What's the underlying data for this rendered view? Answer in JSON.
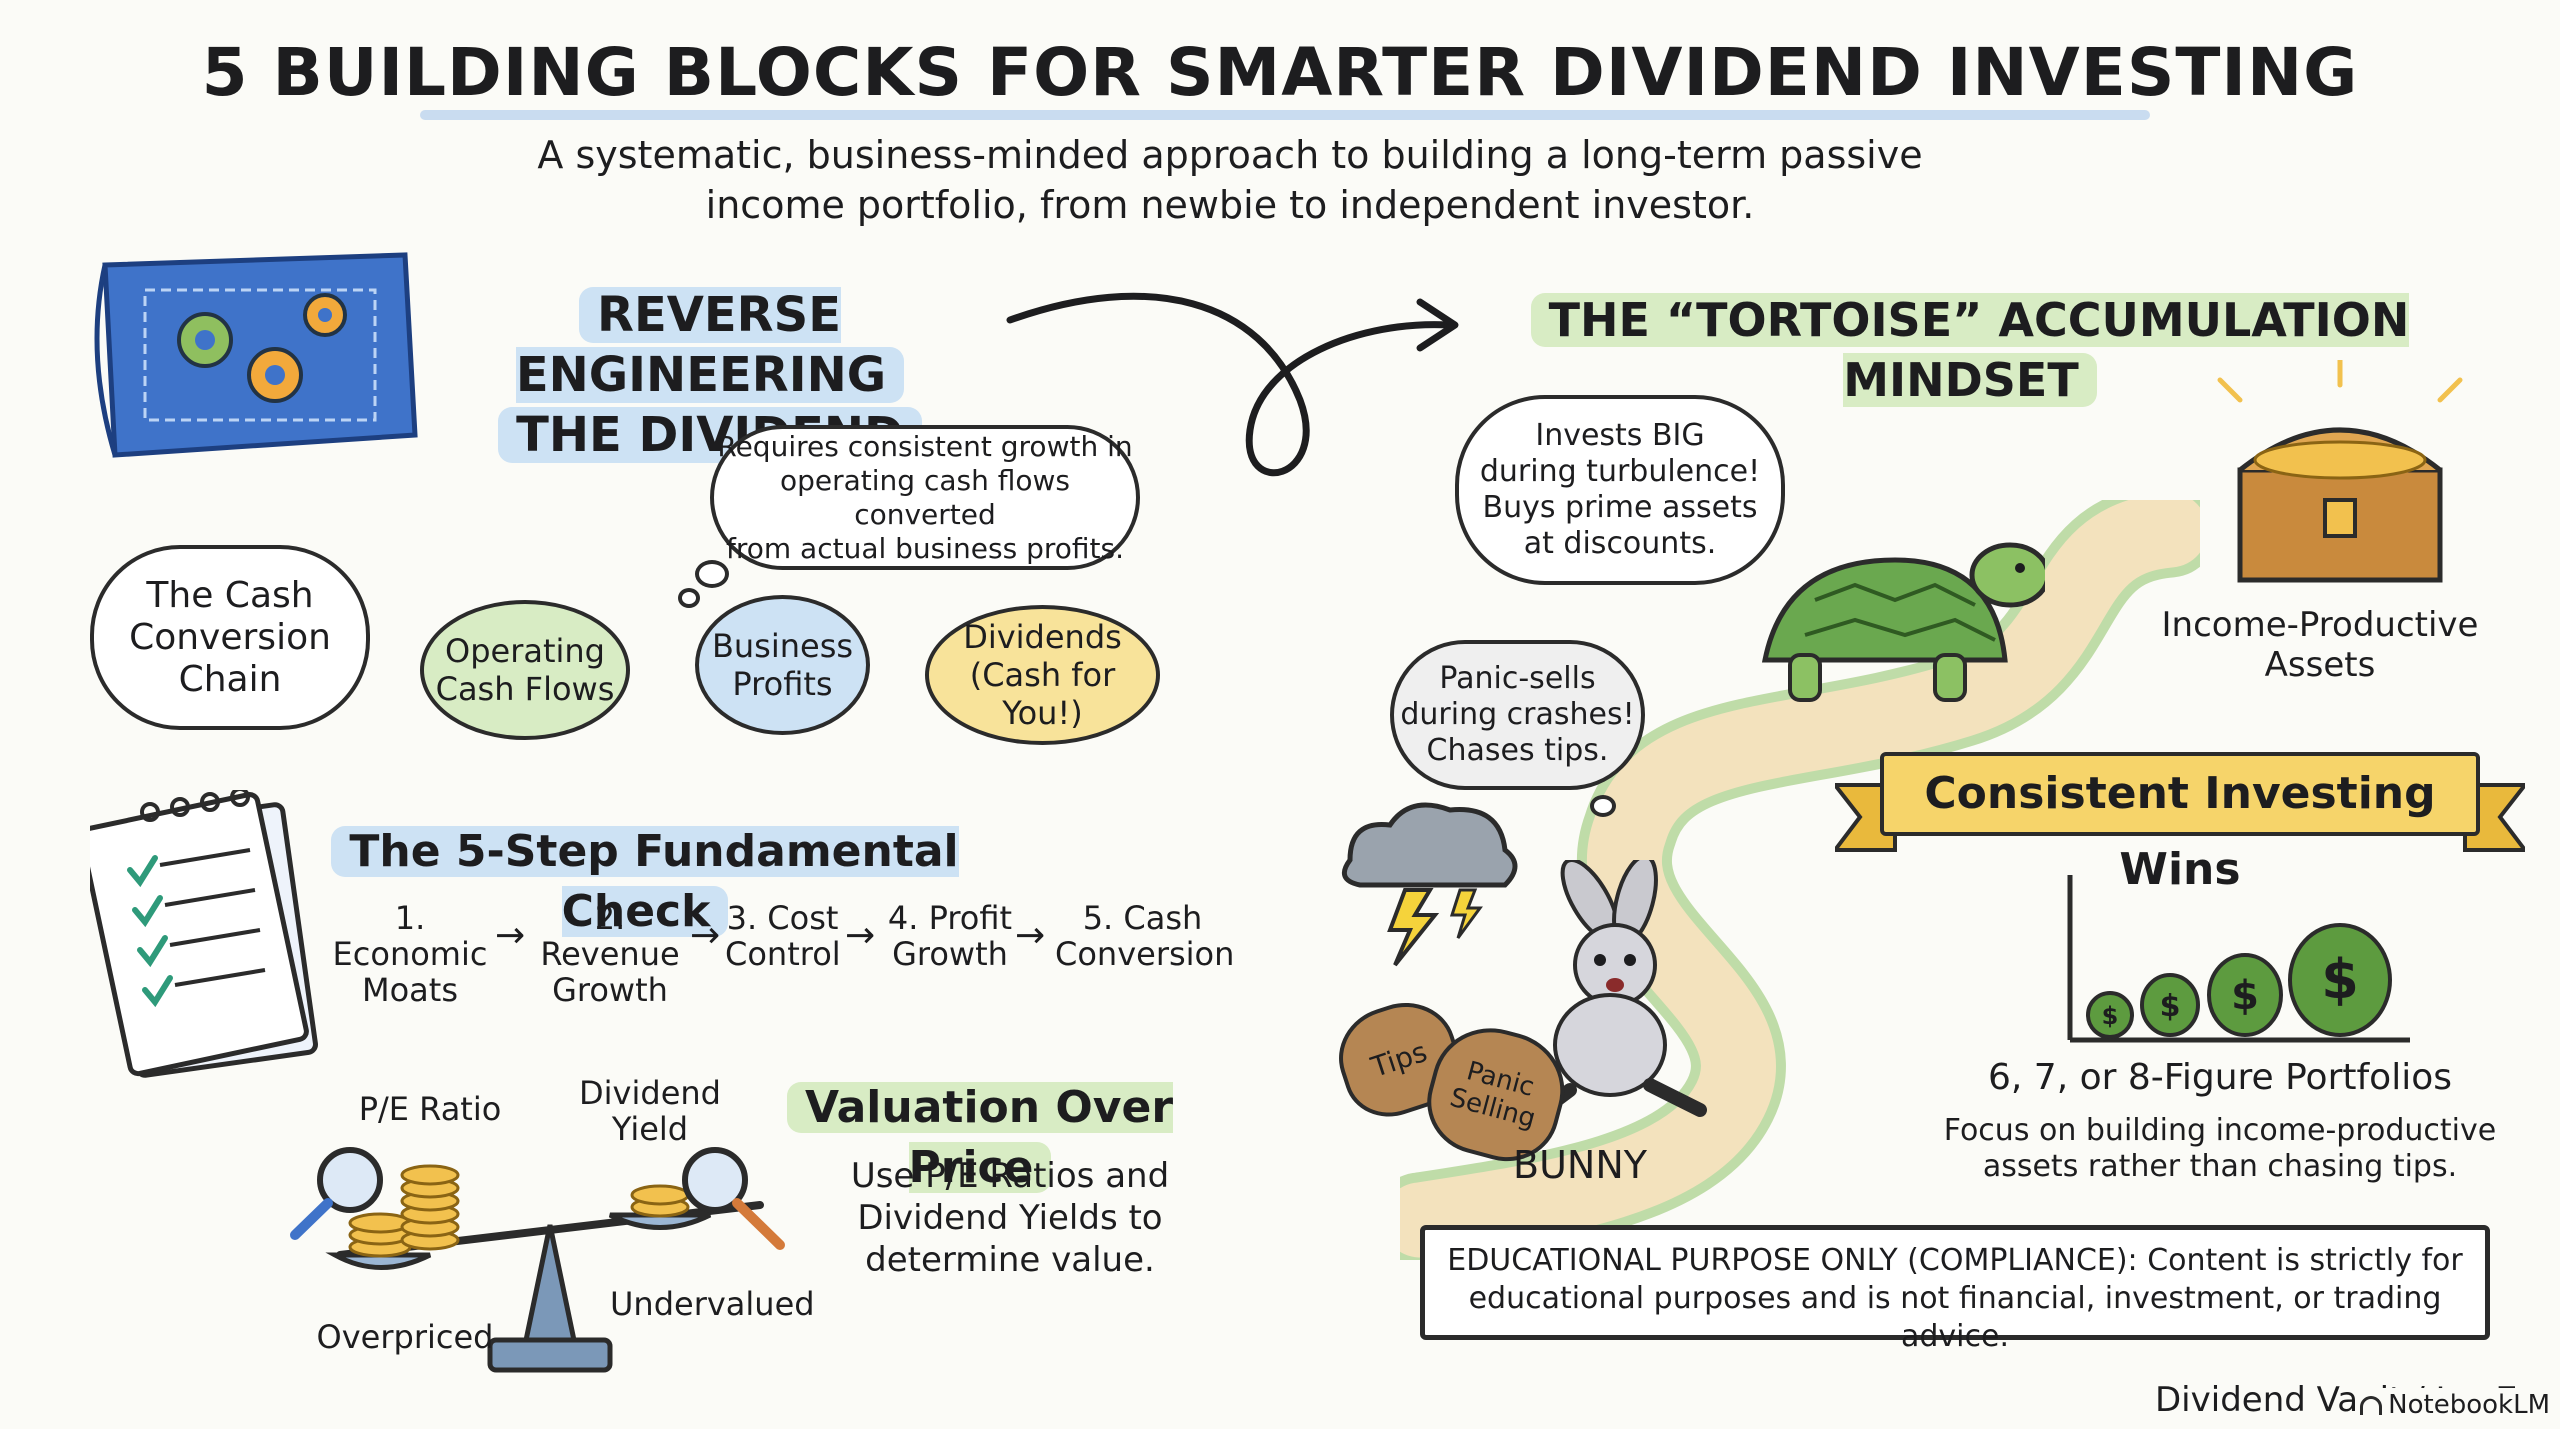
{
  "title": "5 BUILDING BLOCKS FOR SMARTER DIVIDEND INVESTING",
  "subtitle_line1": "A systematic, business-minded approach to building a long-term passive",
  "subtitle_line2": "income portfolio, from newbie to independent investor.",
  "reverse": {
    "heading_line1": "REVERSE ENGINEERING",
    "heading_line2": "THE DIVIDEND",
    "thought_line1": "Requires consistent growth in",
    "thought_line2": "operating cash flows converted",
    "thought_line3": "from actual business profits.",
    "chain_line1": "The Cash",
    "chain_line2": "Conversion",
    "chain_line3": "Chain",
    "ocf_line1": "Operating",
    "ocf_line2": "Cash Flows",
    "bp_line1": "Business",
    "bp_line2": "Profits",
    "div_line1": "Dividends",
    "div_line2": "(Cash for You!)"
  },
  "check": {
    "heading": "The 5-Step Fundamental Check",
    "steps": [
      {
        "l1": "1. Economic",
        "l2": "Moats"
      },
      {
        "l1": "2. Revenue",
        "l2": "Growth"
      },
      {
        "l1": "3. Cost",
        "l2": "Control"
      },
      {
        "l1": "4. Profit",
        "l2": "Growth"
      },
      {
        "l1": "5. Cash",
        "l2": "Conversion"
      }
    ]
  },
  "valuation": {
    "heading": "Valuation Over Price",
    "pe_label": "P/E Ratio",
    "dy_line1": "Dividend",
    "dy_line2": "Yield",
    "overpriced": "Overpriced",
    "undervalued": "Undervalued",
    "body_line1": "Use P/E Ratios and",
    "body_line2": "Dividend Yields to",
    "body_line3": "determine value."
  },
  "tortoise": {
    "heading": "THE “TORTOISE” ACCUMULATION MINDSET",
    "tortoise_line1": "Invests BIG",
    "tortoise_line2": "during turbulence!",
    "tortoise_line3": "Buys prime assets",
    "tortoise_line4": "at discounts.",
    "bunny_line1": "Panic-sells",
    "bunny_line2": "during crashes!",
    "bunny_line3": "Chases tips.",
    "bunny_label": "BUNNY",
    "bag1": "Tips",
    "bag2_line1": "Panic",
    "bag2_line2": "Selling",
    "assets_line1": "Income-Productive",
    "assets_line2": "Assets",
    "banner": "Consistent Investing Wins",
    "portfolios": "6, 7, or 8-Figure Portfolios",
    "focus_line1": "Focus on building income-productive",
    "focus_line2": "assets rather than chasing tips.",
    "dollar": "$"
  },
  "compliance_line1": "EDUCATIONAL PURPOSE ONLY (COMPLIANCE):  Content is strictly for",
  "compliance_line2": "educational purposes and is not financial, investment, or trading advice.",
  "footer_brand": "Dividend Vault / Jan Tai",
  "watermark": "NotebookLM",
  "colors": {
    "blue_highlight": "#cde2f4",
    "green_highlight": "#d8ecc4",
    "gold": "#f6d46a",
    "tortoise_green": "#6aa84f"
  }
}
